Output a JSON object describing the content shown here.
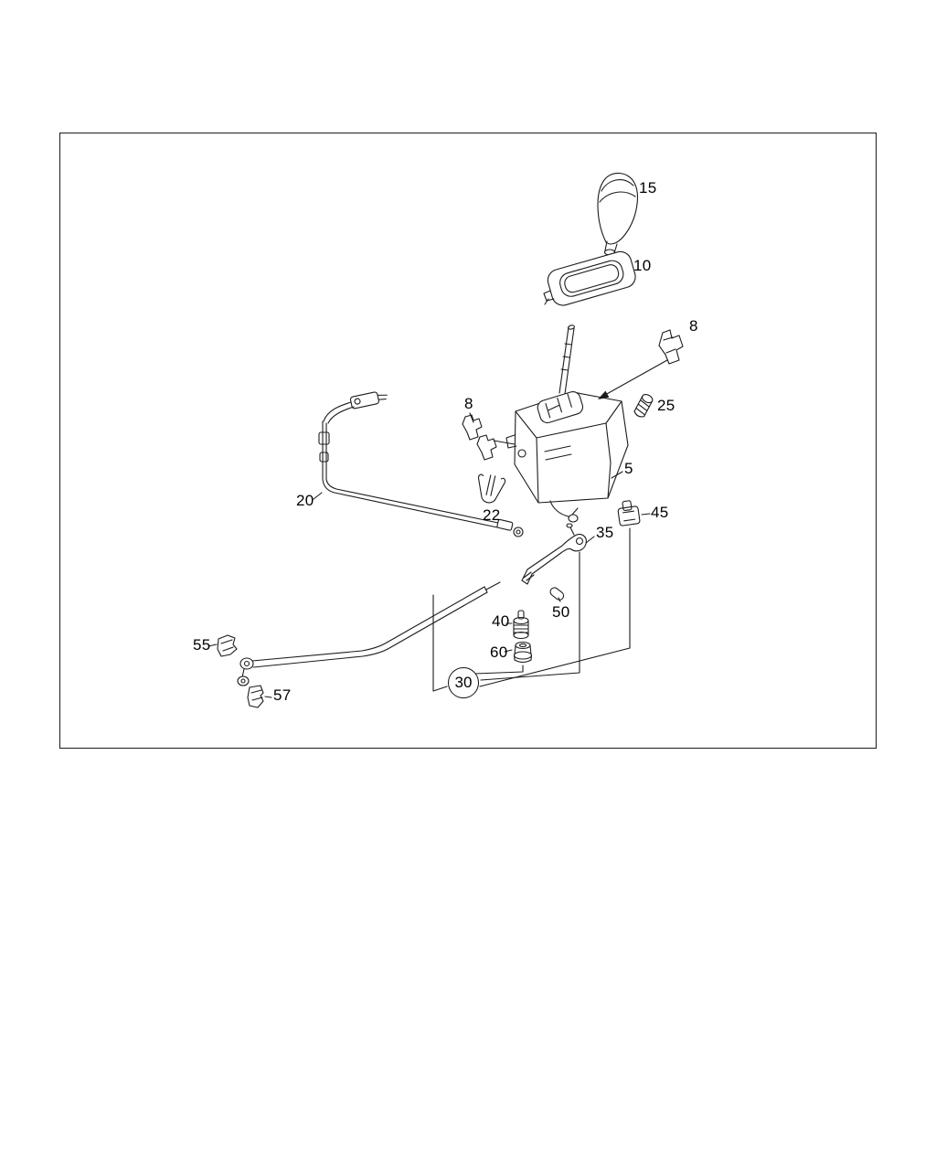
{
  "page": {
    "background": "#ffffff",
    "kind": "exploded-parts-diagram",
    "subject": "gear shift mechanism parts diagram"
  },
  "colors": {
    "line": "#1c1c1c",
    "frame_border": "#1a1a1a",
    "background": "#ffffff"
  },
  "diagram": {
    "parts": [
      {
        "label": "15",
        "name": "shift-knob"
      },
      {
        "label": "10",
        "name": "shift-gate-plate"
      },
      {
        "label": "8",
        "name": "retaining-clip-upper-right"
      },
      {
        "label": "25",
        "name": "bolt"
      },
      {
        "label": "8",
        "name": "retaining-clip-left"
      },
      {
        "label": "5",
        "name": "shifter-housing"
      },
      {
        "label": "20",
        "name": "control-cable"
      },
      {
        "label": "22",
        "name": "fork-clip"
      },
      {
        "label": "35",
        "name": "selector-lever"
      },
      {
        "label": "45",
        "name": "clamp"
      },
      {
        "label": "50",
        "name": "pin"
      },
      {
        "label": "40",
        "name": "plug"
      },
      {
        "label": "60",
        "name": "grommet"
      },
      {
        "label": "30",
        "name": "mounting-parts-group-callout"
      },
      {
        "label": "55",
        "name": "rod-clip"
      },
      {
        "label": "57",
        "name": "retaining-clip-lower"
      }
    ]
  }
}
